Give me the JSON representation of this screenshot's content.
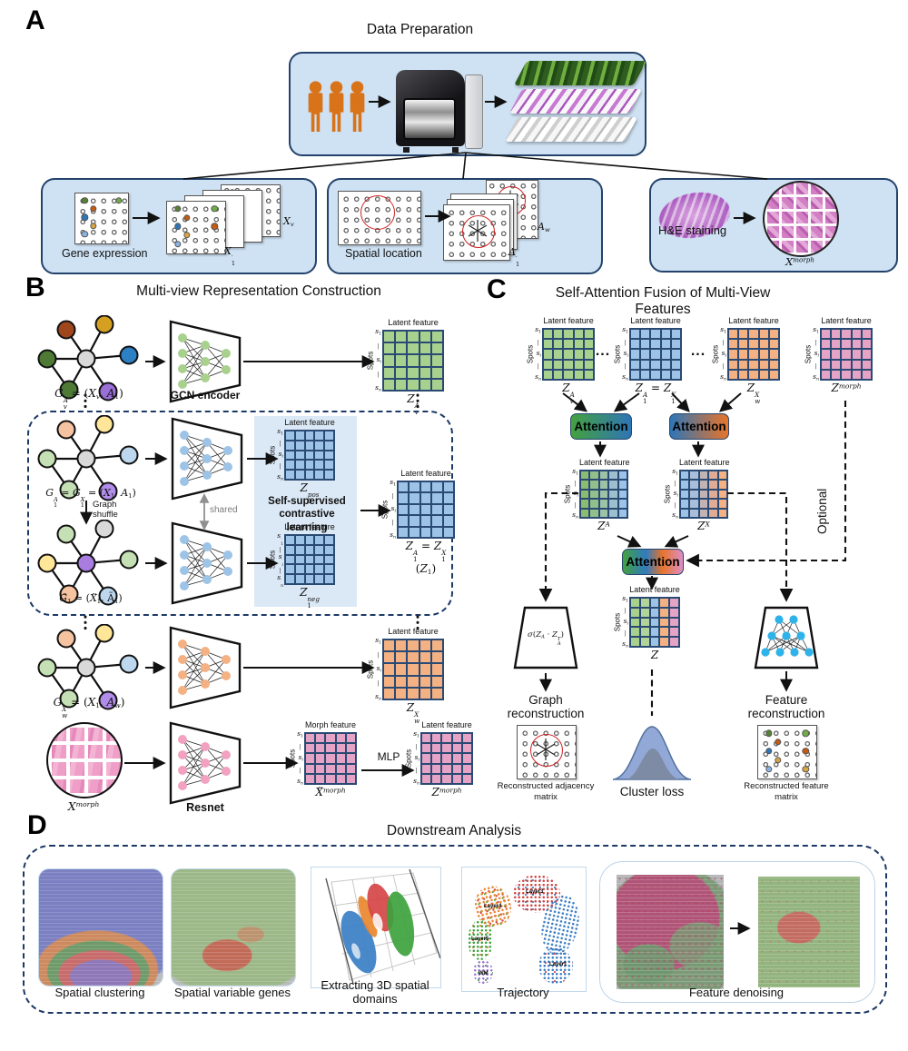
{
  "colors": {
    "panel_bg": "#cfe2f3",
    "panel_border": "#24426b",
    "shaded_bg": "#dbe8f5",
    "matrix_green": "#a9d18e",
    "matrix_blue": "#9dc3e6",
    "matrix_orange": "#f4b183",
    "matrix_pink": "#e5a3c6",
    "decoder_cyan": "#2db3ea",
    "person_orange": "#d9731a",
    "attention1_gradient": [
      "#44a13e",
      "#2e75b6"
    ],
    "attention2_gradient": [
      "#2e75b6",
      "#e8742a"
    ],
    "attention3_gradient": [
      "#44a13e",
      "#2f7bc0",
      "#e8742a",
      "#dd8ec6"
    ]
  },
  "graph_palettes": {
    "row1": [
      "#a0461d",
      "#d5a021",
      "#4e7a35",
      "#d9d9d9",
      "#2e80c4",
      "#4e7a35",
      "#9a6fd6"
    ],
    "pair": [
      "#f6c3a0",
      "#ffe699",
      "#c5e0b4",
      "#d9d9d9",
      "#bdd7ee",
      "#c5e0b4",
      "#b18ce8"
    ],
    "shuffled": [
      "#c5e0b4",
      "#d9d9d9",
      "#ffe699",
      "#a97de0",
      "#c5e0b4",
      "#f6c3a0",
      "#bdd7ee"
    ],
    "row3": [
      "#f6c3a0",
      "#ffe699",
      "#c5e0b4",
      "#d9d9d9",
      "#bdd7ee",
      "#c5e0b4",
      "#b18ce8"
    ]
  },
  "panelA": {
    "label": "A",
    "title": "Data Preparation",
    "gene_box": {
      "caption": "Gene expression",
      "top_math": "X_v",
      "bottom_math": "X_1^′"
    },
    "spatial_box": {
      "caption": "Spatial location",
      "top_math": "A_w",
      "bottom_math": "A_1^′"
    },
    "he_box": {
      "caption": "H&E staining",
      "math": "X^morph"
    }
  },
  "panelB": {
    "label": "B",
    "title": "Multi-view Representation Construction",
    "row1_graph_math": "G_v^A = (X_v, A_1)",
    "gcn_label": "GCN encoder",
    "pair_graph_math": "G_1^A = G_1^X = (X_1, A_1)",
    "shuffle_label": "Graph shuffle",
    "shuffled_graph_math": "G̃_1 = (X̃_1, Ã_1)",
    "shared_label": "shared",
    "contrastive_label": "Self-supervised contrastive learning",
    "row3_graph_math": "G_w^X = (X_1, A_w)",
    "morph_input_math": "X^morph",
    "resnet_label": "Resnet",
    "mlp_label": "MLP",
    "matrices": {
      "zva": {
        "title": "Latent feature",
        "side": "Spots",
        "ticks": [
          "s_1",
          "s_i",
          "s_n"
        ],
        "label": "Z_v^A",
        "cols": [
          "#a9d18e"
        ]
      },
      "zpos": {
        "title": "Latent feature",
        "side": "Spots",
        "ticks": [
          "s_1",
          "s_i",
          "s_n"
        ],
        "label": "Z_1^pos",
        "cols": [
          "#9dc3e6"
        ]
      },
      "zneg": {
        "title": "Latent feature",
        "side": "Spots",
        "ticks": [
          "s_1^′",
          "s_i^′",
          "s_n^′"
        ],
        "label": "Z_1^neg",
        "cols": [
          "#9dc3e6"
        ]
      },
      "zout": {
        "title": "Latent feature",
        "side": "Spots",
        "ticks": [
          "s_1",
          "s_i",
          "s_n"
        ],
        "label": "Z_1^A = Z_1^X",
        "label2": "(Z_1)",
        "cols": [
          "#9dc3e6"
        ]
      },
      "zwx": {
        "title": "Latent feature",
        "side": "Spots",
        "ticks": [
          "s_1",
          "s_i",
          "s_n"
        ],
        "label": "Z_w^X",
        "cols": [
          "#f4b183"
        ]
      },
      "xmorph": {
        "title": "Morph feature",
        "side": "Spots",
        "ticks": [
          "s_1",
          "s_i",
          "s_n"
        ],
        "label": "X̃^morph",
        "cols": [
          "#e5a3c6"
        ]
      },
      "zmorph": {
        "title": "Latent feature",
        "side": "Spots",
        "ticks": [
          "s_1",
          "s_i",
          "s_n"
        ],
        "label": "Z^morph",
        "cols": [
          "#e5a3c6"
        ]
      }
    }
  },
  "panelC": {
    "label": "C",
    "title": "Self-Attention Fusion of Multi-View Features",
    "attention_label": "Attention",
    "optional_label": "Optional",
    "ellipsis": "...",
    "matrices": {
      "zva": {
        "title": "Latent feature",
        "side": "Spots",
        "ticks": [
          "s_1",
          "s_i",
          "s_n"
        ],
        "label": "Z_v^A",
        "cols": [
          "#a9d18e"
        ]
      },
      "z1": {
        "title": "Latent feature",
        "side": "Spots",
        "ticks": [
          "s_1",
          "s_i",
          "s_n"
        ],
        "label": "Z_1^A = Z_1^X",
        "cols": [
          "#9dc3e6"
        ]
      },
      "zwx": {
        "title": "Latent feature",
        "side": "Spots",
        "ticks": [
          "s_1",
          "s_i",
          "s_n"
        ],
        "label": "Z_w^X",
        "cols": [
          "#f4b183"
        ]
      },
      "zmorph": {
        "title": "Latent feature",
        "side": "Spots",
        "ticks": [
          "s_1",
          "s_i",
          "s_n"
        ],
        "label": "Z^morph",
        "cols": [
          "#e5a3c6"
        ]
      },
      "za": {
        "title": "Latent feature",
        "side": "Spots",
        "ticks": [
          "s_1",
          "s_i",
          "s_n"
        ],
        "label": "Z^A",
        "cols": [
          "#8abc72",
          "#93bf8c",
          "#9dc2a8",
          "#9cc0cd",
          "#9dc3e6"
        ]
      },
      "zx": {
        "title": "Latent feature",
        "side": "Spots",
        "ticks": [
          "s_1",
          "s_i",
          "s_n"
        ],
        "label": "Z^X",
        "cols": [
          "#9dc3e6",
          "#a9bedb",
          "#c2b4b4",
          "#e0ac95",
          "#f4b183"
        ]
      },
      "z": {
        "title": "Latent feature",
        "side": "Spots",
        "ticks": [
          "s_1",
          "s_i",
          "s_n"
        ],
        "label": "Z",
        "cols": [
          "#a9d18e",
          "#b2d49a",
          "#9dc3e6",
          "#f4b183",
          "#e5a3c6"
        ]
      }
    },
    "sigma_math": "σ(Z_A · Z_A^T)",
    "graph_recon_title": "Graph reconstruction",
    "adjacency_caption": "Reconstructed adjacency matrix",
    "cluster_loss_label": "Cluster loss",
    "feature_recon_title": "Feature reconstruction",
    "feature_caption": "Reconstructed feature matrix"
  },
  "panelD": {
    "label": "D",
    "title": "Downstream Analysis",
    "items": [
      {
        "label": "Spatial clustering"
      },
      {
        "label": "Spatial variable genes"
      },
      {
        "label": "Extracting 3D spatial domains"
      },
      {
        "label": "Trajectory",
        "annotations": [
          "Layer4",
          "Layer3",
          "Layer5",
          "Layer1",
          "WM"
        ]
      },
      {
        "label": "Feature denoising"
      }
    ]
  }
}
